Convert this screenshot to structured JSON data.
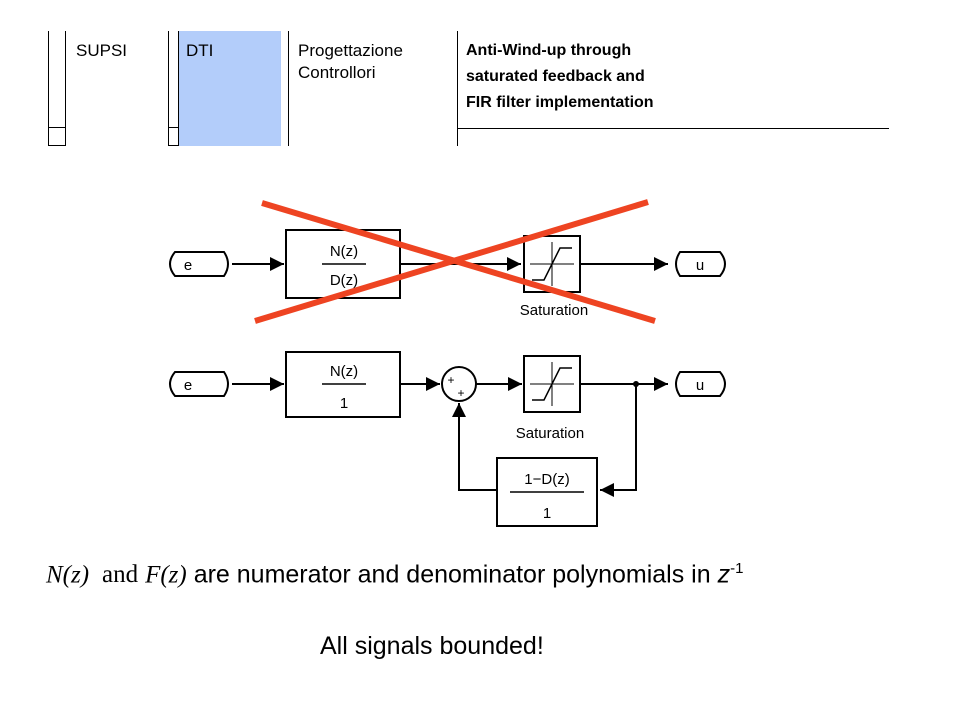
{
  "header": {
    "col1": "SUPSI",
    "col2": "DTI",
    "col3_line1": "Progettazione",
    "col3_line2": "Controllori",
    "title_line1": "Anti-Wind-up through",
    "title_line2": "saturated feedback and",
    "title_line3": "FIR filter implementation",
    "colors": {
      "dti_highlight": "#b3cdfa"
    }
  },
  "diagram": {
    "top": {
      "input_label": "e",
      "tf_numerator": "N(z)",
      "tf_denominator": "D(z)",
      "saturation_label": "Saturation",
      "output_label": "u",
      "crossed_out": true,
      "cross_color": "#ee4422"
    },
    "bottom": {
      "input_label": "e",
      "tf_numerator": "N(z)",
      "tf_denominator": "1",
      "sum_signs": [
        "+",
        "+"
      ],
      "saturation_label": "Saturation",
      "output_label": "u",
      "feedback_numerator": "1−D(z)",
      "feedback_denominator": "1"
    }
  },
  "caption": {
    "n_term": "N(z)",
    "and_text": "and",
    "f_term": "F(z)",
    "rest": "are numerator and denominator polynomials in",
    "z_var": "z",
    "z_exp": "-1"
  },
  "conclusion": "All signals bounded!"
}
